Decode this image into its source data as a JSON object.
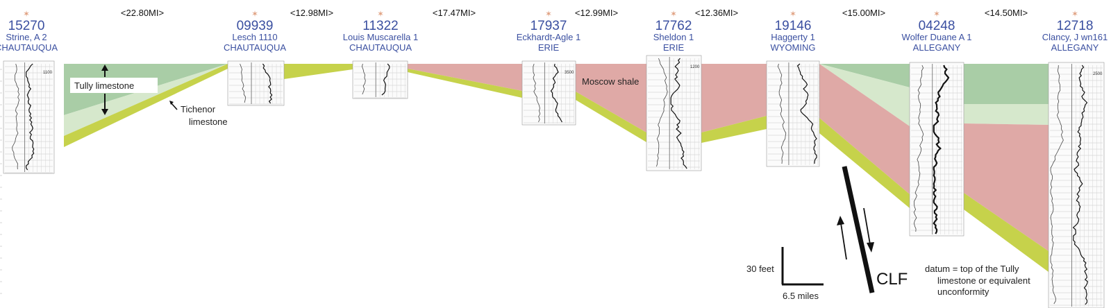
{
  "distances": [
    "<22.80MI>",
    "<12.98MI>",
    "<17.47MI>",
    "<12.99MI>",
    "<12.36MI>",
    "<15.00MI>",
    "<14.50MI>"
  ],
  "wells": [
    {
      "api": "15270",
      "name": "Strine, A 2",
      "county": "CHAUTAUQUA",
      "depth_mark": "1100"
    },
    {
      "api": "09939",
      "name": "Lesch 1110",
      "county": "CHAUTAUQUA",
      "depth_mark": ""
    },
    {
      "api": "11322",
      "name": "Louis Muscarella 1",
      "county": "CHAUTAUQUA",
      "depth_mark": ""
    },
    {
      "api": "17937",
      "name": "Eckhardt-Agle 1",
      "county": "ERIE",
      "depth_mark": "3500"
    },
    {
      "api": "17762",
      "name": "Sheldon 1",
      "county": "ERIE",
      "depth_mark": "1200"
    },
    {
      "api": "19146",
      "name": "Haggerty 1",
      "county": "WYOMING",
      "depth_mark": ""
    },
    {
      "api": "04248",
      "name": "Wolfer Duane A 1",
      "county": "ALLEGANY",
      "depth_mark": ""
    },
    {
      "api": "12718",
      "name": "Clancy, J wn161",
      "county": "ALLEGANY",
      "depth_mark": "2500"
    }
  ],
  "labels": {
    "tully": "Tully limestone",
    "tichenor_1": "Tichenor",
    "tichenor_2": "limestone",
    "moscow": "Moscow shale",
    "clf": "CLF",
    "vertical_scale": "30 feet",
    "horizontal_scale": "6.5 miles",
    "datum_1": "datum = top of the Tully",
    "datum_2": "limestone or equivalent",
    "datum_3": "unconformity"
  },
  "colors": {
    "well_label": "#3a4fa0",
    "tully_dark": "#a9cda6",
    "tully_light": "#d6e8cc",
    "tichenor": "#c6d24b",
    "moscow": "#dfa9a6",
    "star": "#e0a080"
  }
}
